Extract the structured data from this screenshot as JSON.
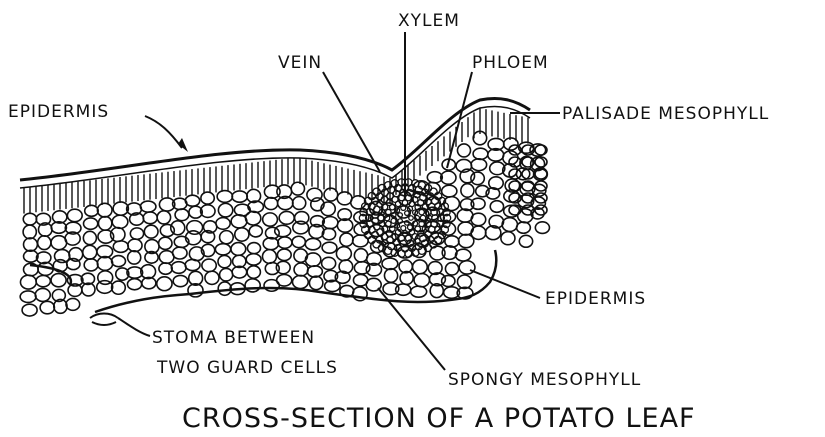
{
  "labels": {
    "xylem": "XYLEM",
    "vein": "VEIN",
    "phloem": "PHLOEM",
    "epidermis_top": "EPIDERMIS",
    "palisade": "PALISADE MESOPHYLL",
    "epidermis_bottom": "EPIDERMIS",
    "stoma_line1": "STOMA BETWEEN",
    "stoma_line2": "TWO GUARD CELLS",
    "spongy": "SPONGY MESOPHYLL"
  },
  "title": "CROSS-SECTION OF A POTATO LEAF"
}
